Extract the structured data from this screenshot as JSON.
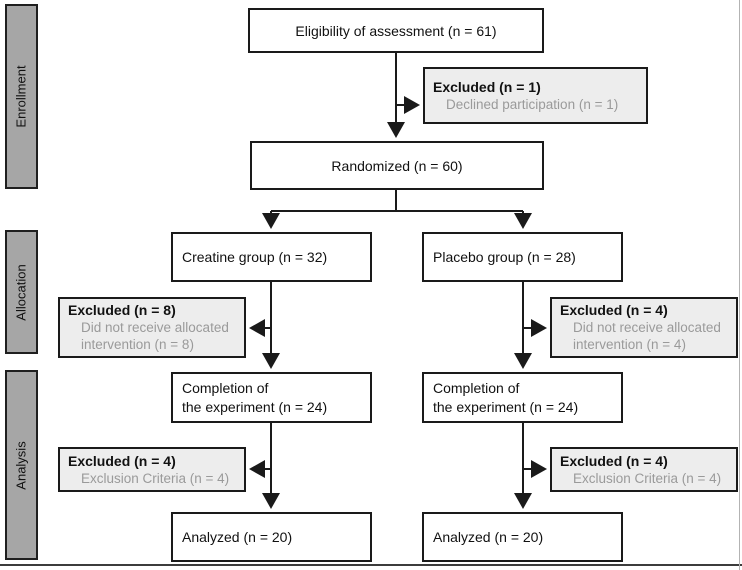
{
  "figure": {
    "kind": "participant-flow-diagram"
  },
  "stages": [
    {
      "label": "Enrollment"
    },
    {
      "label": "Allocation"
    },
    {
      "label": "Analysis"
    }
  ],
  "boxes": {
    "eligibility": {
      "text": "Eligibility of assessment (n = 61)"
    },
    "excluded_enrollment": {
      "title": "Excluded (n = 1)",
      "detail": "Declined participation (n = 1)"
    },
    "randomized": {
      "text": "Randomized (n = 60)"
    },
    "creatine_group": {
      "text": "Creatine group (n = 32)"
    },
    "placebo_group": {
      "text": "Placebo group (n = 28)"
    },
    "excluded_creatine_allocation": {
      "title": "Excluded (n = 8)",
      "detail": "Did not receive allocated intervention (n = 8)"
    },
    "excluded_placebo_allocation": {
      "title": "Excluded (n = 4)",
      "detail": "Did not receive allocated intervention (n = 4)"
    },
    "completion_creatine": {
      "text": "Completion of\nthe experiment (n = 24)"
    },
    "completion_placebo": {
      "text": "Completion of\nthe experiment (n = 24)"
    },
    "excluded_creatine_analysis": {
      "title": "Excluded (n = 4)",
      "detail": "Exclusion Criteria (n = 4)"
    },
    "excluded_placebo_analysis": {
      "title": "Excluded (n = 4)",
      "detail": "Exclusion Criteria (n = 4)"
    },
    "analyzed_creatine": {
      "text": "Analyzed (n = 20)"
    },
    "analyzed_placebo": {
      "text": "Analyzed (n = 20)"
    }
  },
  "colors": {
    "stage_bar_fill": "#a6a6a6",
    "excluded_box_fill": "#ededed",
    "box_border": "#1a1a1a",
    "connector_line": "#1a1a1a",
    "detail_text": "#9a9a9a"
  }
}
